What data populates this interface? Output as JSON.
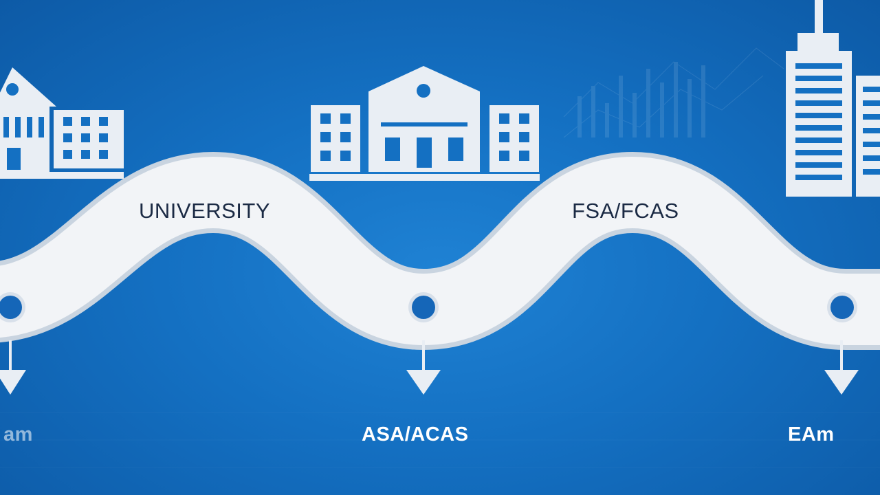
{
  "timeline": {
    "road_labels": [
      "UNIVERSITY",
      "FSA/FCAS"
    ],
    "bottom_labels": [
      "am",
      "ASA/ACAS",
      "EAm"
    ]
  },
  "icons": [
    "university-building-icon",
    "campus-building-icon",
    "skyscraper-icon",
    "down-arrow-icon",
    "milestone-dot-icon"
  ],
  "colors": {
    "background": "#1470c2",
    "road": "#f2f4f7",
    "road_edge": "#c9d4e0",
    "building": "#e9eef4",
    "milestone": "#1566b8",
    "text_dark": "#1b2a44"
  }
}
